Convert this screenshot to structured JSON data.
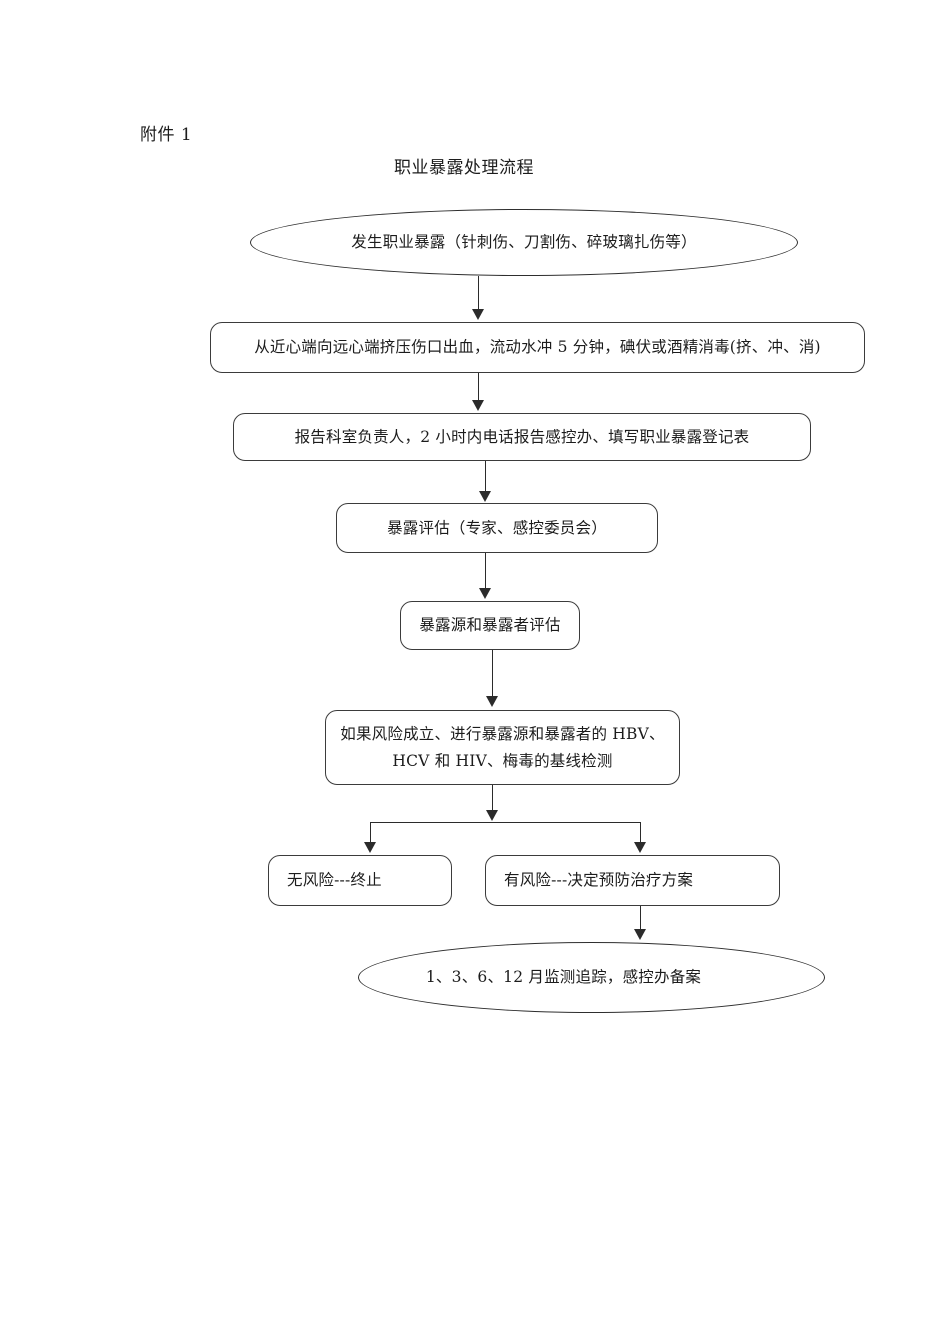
{
  "document": {
    "attachment_label": "附件 1",
    "title": "职业暴露处理流程"
  },
  "flow": {
    "nodes": [
      {
        "id": "exposure-occurs",
        "shape": "ellipse",
        "text": "发生职业暴露（针刺伤、刀割伤、碎玻璃扎伤等）"
      },
      {
        "id": "first-aid",
        "shape": "rounded-rect",
        "text": "从近心端向远心端挤压伤口出血，流动水冲 5 分钟，碘伏或酒精消毒(挤、冲、消)"
      },
      {
        "id": "report",
        "shape": "rounded-rect",
        "text": "报告科室负责人，2 小时内电话报告感控办、填写职业暴露登记表"
      },
      {
        "id": "exposure-assessment",
        "shape": "rounded-rect",
        "text": "暴露评估（专家、感控委员会）"
      },
      {
        "id": "source-and-person-assessment",
        "shape": "rounded-rect",
        "text": "暴露源和暴露者评估"
      },
      {
        "id": "baseline-testing",
        "shape": "rounded-rect",
        "line1": "如果风险成立、进行暴露源和暴露者的 HBV、",
        "line2": "HCV 和 HIV、梅毒的基线检测"
      },
      {
        "id": "no-risk",
        "shape": "rounded-rect",
        "text": "无风险---终止"
      },
      {
        "id": "has-risk",
        "shape": "rounded-rect",
        "text": "有风险---决定预防治疗方案"
      },
      {
        "id": "follow-up",
        "shape": "ellipse",
        "text": "1、3、6、12 月监测追踪，感控办备案"
      }
    ]
  },
  "style": {
    "stroke_color": "#2b2b2b",
    "shape_border_color": "#3b3b3b",
    "text_color": "#1c1c1c",
    "background": "#ffffff"
  }
}
